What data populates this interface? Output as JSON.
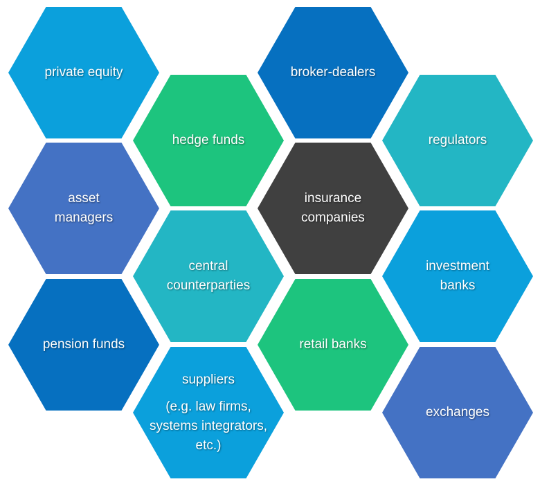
{
  "hexagons": [
    {
      "id": "private-equity",
      "lines": [
        "private equity"
      ],
      "color": "#0ba0dc"
    },
    {
      "id": "broker-dealers",
      "lines": [
        "broker-dealers"
      ],
      "color": "#0670c0"
    },
    {
      "id": "hedge-funds",
      "lines": [
        "hedge  funds"
      ],
      "color": "#1dc47e"
    },
    {
      "id": "regulators",
      "lines": [
        "regulators"
      ],
      "color": "#23b6c4"
    },
    {
      "id": "asset-managers",
      "lines": [
        "asset",
        "managers"
      ],
      "color": "#4472c4"
    },
    {
      "id": "insurance-companies",
      "lines": [
        "insurance",
        "companies"
      ],
      "color": "#404040"
    },
    {
      "id": "central-counterparties",
      "lines": [
        "central",
        "counterparties"
      ],
      "color": "#23b6c4"
    },
    {
      "id": "investment-banks",
      "lines": [
        "investment",
        "banks"
      ],
      "color": "#0ba0dc"
    },
    {
      "id": "pension-funds",
      "lines": [
        "pension funds"
      ],
      "color": "#0670c0"
    },
    {
      "id": "retail-banks",
      "lines": [
        "retail banks"
      ],
      "color": "#1dc47e"
    },
    {
      "id": "suppliers",
      "lines": [
        "suppliers",
        "",
        "(e.g. law firms,",
        "systems integrators,",
        "etc.)"
      ],
      "color": "#0ba0dc"
    },
    {
      "id": "exchanges",
      "lines": [
        "exchanges"
      ],
      "color": "#4472c4"
    }
  ]
}
